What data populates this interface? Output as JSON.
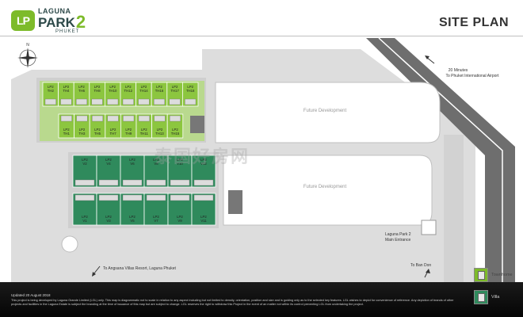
{
  "brand": {
    "logo_badge": "LP",
    "line1": "LAGUNA",
    "line2": "PARK",
    "numeral": "2",
    "line3": "PHUKET"
  },
  "title": "SITE PLAN",
  "watermark": "泰国好房网",
  "compass": {
    "north_label": "N",
    "icon": "compass-rose"
  },
  "map": {
    "future_development_1": "Future Development",
    "future_development_2": "Future Development",
    "airport_note": [
      "20 Minutes",
      "To Phuket International Airport"
    ],
    "main_entrance": [
      "Laguna Park 2",
      "Main Entrance"
    ],
    "to_ban_don": "To Ban Don",
    "to_angsana": "To Angsana Villas Resort, Laguna Phuket",
    "townhome_prefix": "LP2",
    "townhomes_top": [
      "TH2",
      "TH4",
      "TH6",
      "TH8",
      "TH10",
      "TH12",
      "TH14",
      "TH16",
      "TH17",
      "TH18"
    ],
    "townhomes_bottom": [
      "TH1",
      "TH3",
      "TH5",
      "TH7",
      "TH9",
      "TH11",
      "TH13",
      "TH15"
    ],
    "villa_prefix": "LP2",
    "villas_top": [
      "V2",
      "V4",
      "V6",
      "V8",
      "V10",
      "V12"
    ],
    "villas_bottom": [
      "V1",
      "V3",
      "V5",
      "V7",
      "V9",
      "V11"
    ]
  },
  "legend": {
    "townhome": "Townhome",
    "villa": "Villa"
  },
  "footer": {
    "updated": "Updated 20 August 2018",
    "disclaimer": "This project is being developed by Laguna Grande Limited (LGL) only. This map is diagrammatic not to scale in relation to any aspect including but not limited to density, orientation, position and size and is guiding only as to the selected key features. LGL wishes to depict for convenience of reference. Any depiction of brands of other projects and facilities in the Laguna Estate is subject the branding at the time of issuance of this map but are subject to change. LGL reserves the right to withdraw this Project in the event of an matter not within its control preventing LGL from undertaking the project."
  },
  "colors": {
    "townhome_green": "#7dbb2a",
    "villa_green": "#2f8a5c",
    "road_gray": "#6e6e6e",
    "lot_gray": "#e4e4e4"
  }
}
